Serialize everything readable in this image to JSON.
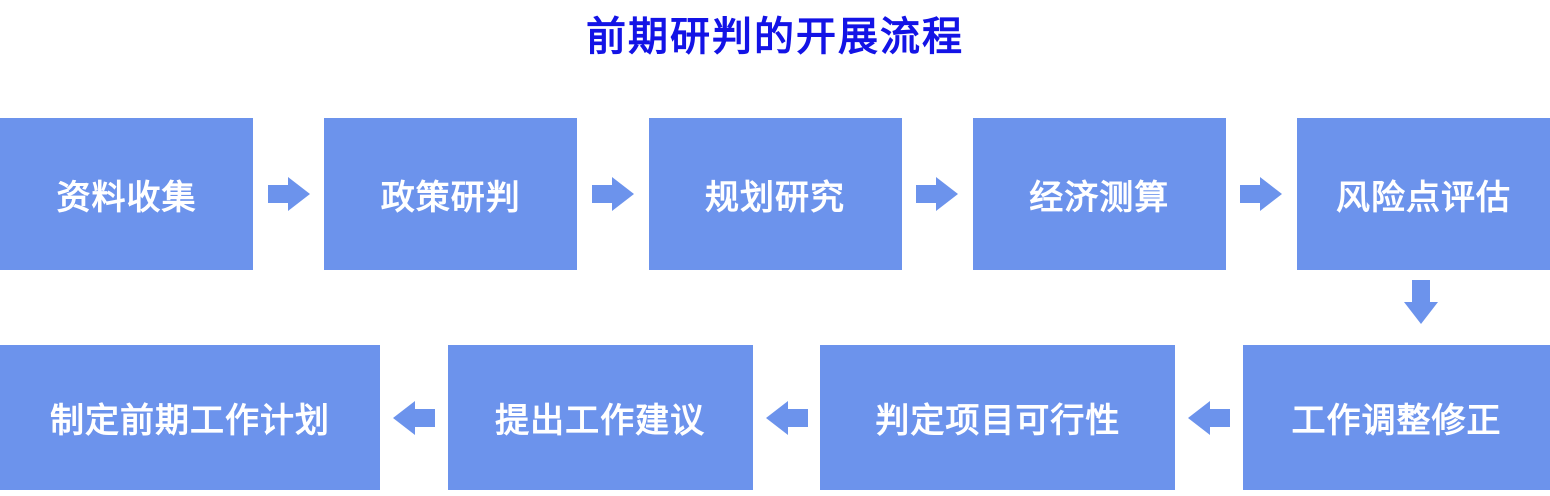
{
  "title": "前期研判的开展流程",
  "colors": {
    "box_fill": "#6c93ec",
    "box_text": "#ffffff",
    "title_text": "#1313e6",
    "background": "#ffffff"
  },
  "diagram": {
    "type": "flowchart",
    "flow_sequence": [
      "资料收集",
      "政策研判",
      "规划研究",
      "经济测算",
      "风险点评估",
      "工作调整修正",
      "判定项目可行性",
      "提出工作建议",
      "制定前期工作计划"
    ],
    "row1": [
      {
        "label": "资料收集"
      },
      {
        "label": "政策研判"
      },
      {
        "label": "规划研究"
      },
      {
        "label": "经济测算"
      },
      {
        "label": "风险点评估"
      }
    ],
    "row2_left_to_right": [
      {
        "label": "制定前期工作计划"
      },
      {
        "label": "提出工作建议"
      },
      {
        "label": "判定项目可行性"
      },
      {
        "label": "工作调整修正"
      }
    ],
    "row1_arrow_direction": "right",
    "row2_arrow_direction": "left",
    "connector_row1_to_row2": "down"
  }
}
